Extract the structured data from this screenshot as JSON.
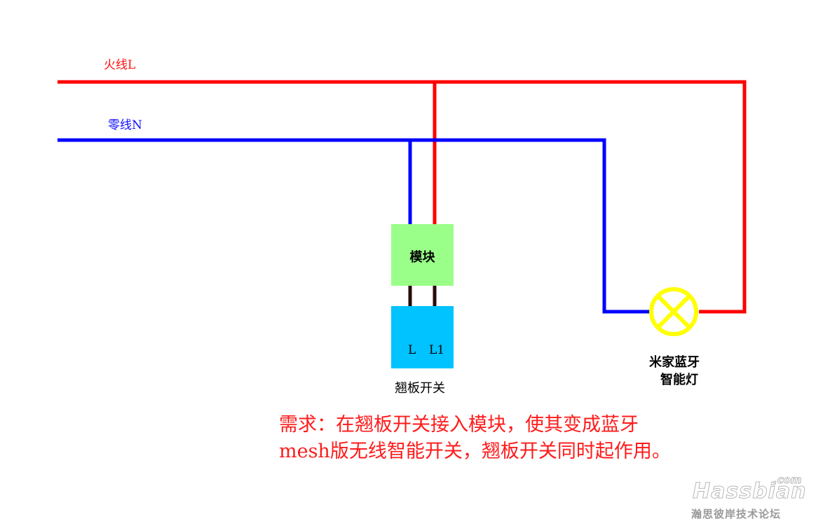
{
  "labels": {
    "live_wire": "火线L",
    "neutral_wire": "零线N",
    "module": "模块",
    "terminal_l": "L",
    "terminal_l1": "L1",
    "rocker_switch": "翘板开关",
    "lamp_line1": "米家蓝牙",
    "lamp_line2": "智能灯"
  },
  "requirement": {
    "line1": "需求：在翘板开关接入模块，使其变成蓝牙",
    "line2": "mesh版无线智能开关，翘板开关同时起作用。"
  },
  "watermark": {
    "brand": "Hassbian",
    "com": ".com",
    "subtitle": "瀚思彼岸技术论坛"
  },
  "colors": {
    "live": "#ff0000",
    "neutral": "#0000ff",
    "module": "#99ff88",
    "switch": "#00c3ff",
    "lamp": "#ffff00",
    "lead": "#2a0a0a"
  }
}
